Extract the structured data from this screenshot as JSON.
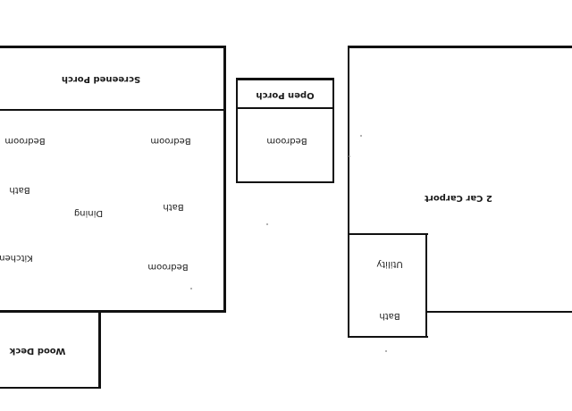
{
  "plan": {
    "labels": {
      "screened_porch": "Screened Porch",
      "open_porch": "Open Porch",
      "bedroom_small": "Bedroom",
      "bedroom_left_top": "Bedroom",
      "bedroom_right_top": "Bedroom",
      "bath_left": "Bath",
      "dining": "Dining",
      "bath_center": "Bath",
      "kitchen": "Kitchen",
      "bedroom_bottom": "Bedroom",
      "wood_deck": "Wood Deck",
      "carport": "2 Car Carport",
      "utility": "Utility",
      "bath_utility": "Bath"
    },
    "colors": {
      "wall": "#111111",
      "text": "#1a1a1a",
      "background": "#ffffff"
    },
    "orientation": "rotated 180 degrees"
  }
}
